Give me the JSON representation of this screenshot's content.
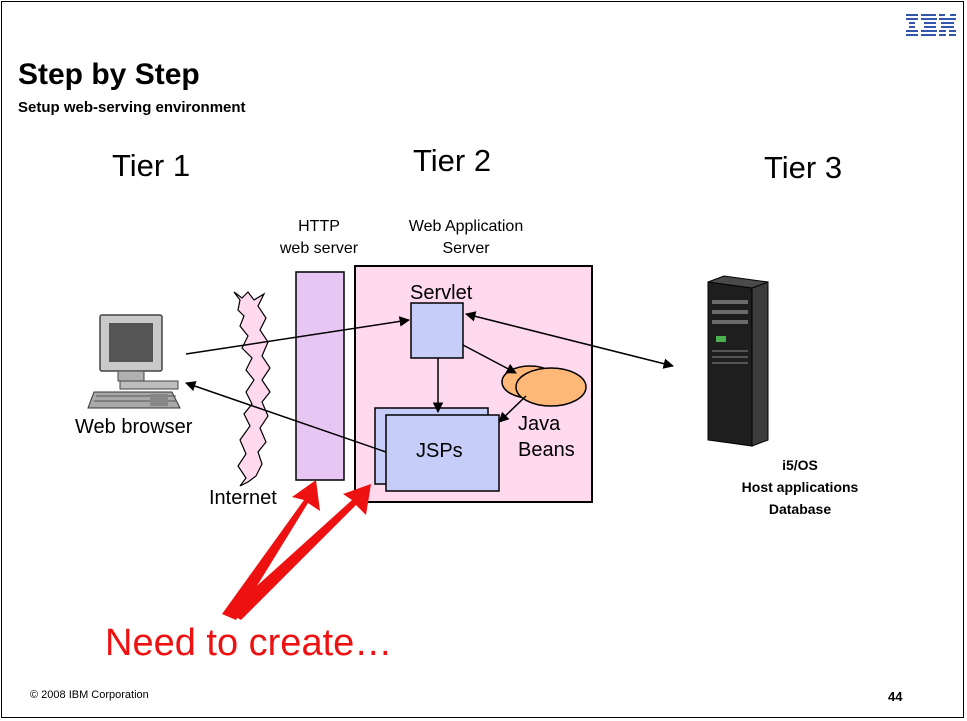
{
  "header": {
    "title": "Step by Step",
    "subtitle": "Setup web-serving environment",
    "logo_text": "IBM"
  },
  "tiers": {
    "tier1": "Tier 1",
    "tier2": "Tier 2",
    "tier3": "Tier 3"
  },
  "components": {
    "http_server_line1": "HTTP",
    "http_server_line2": "web server",
    "app_server_line1": "Web Application",
    "app_server_line2": "Server",
    "servlet": "Servlet",
    "jsps": "JSPs",
    "java_beans_line1": "Java",
    "java_beans_line2": "Beans",
    "web_browser": "Web browser",
    "internet": "Internet",
    "host_line1": "i5/OS",
    "host_line2": "Host applications",
    "host_line3": "Database"
  },
  "callout": "Need to create…",
  "footer": {
    "copyright": "© 2008 IBM Corporation",
    "page_number": "44"
  },
  "colors": {
    "app_server_fill": "#ffd9ee",
    "http_server_fill": "#e8c6f4",
    "component_fill": "#c6cdf8",
    "beans_fill": "#ffb877",
    "callout_red": "#ee1111"
  },
  "icons": [
    "ibm-logo",
    "computer-icon",
    "server-tower-icon",
    "internet-cloud-icon"
  ]
}
